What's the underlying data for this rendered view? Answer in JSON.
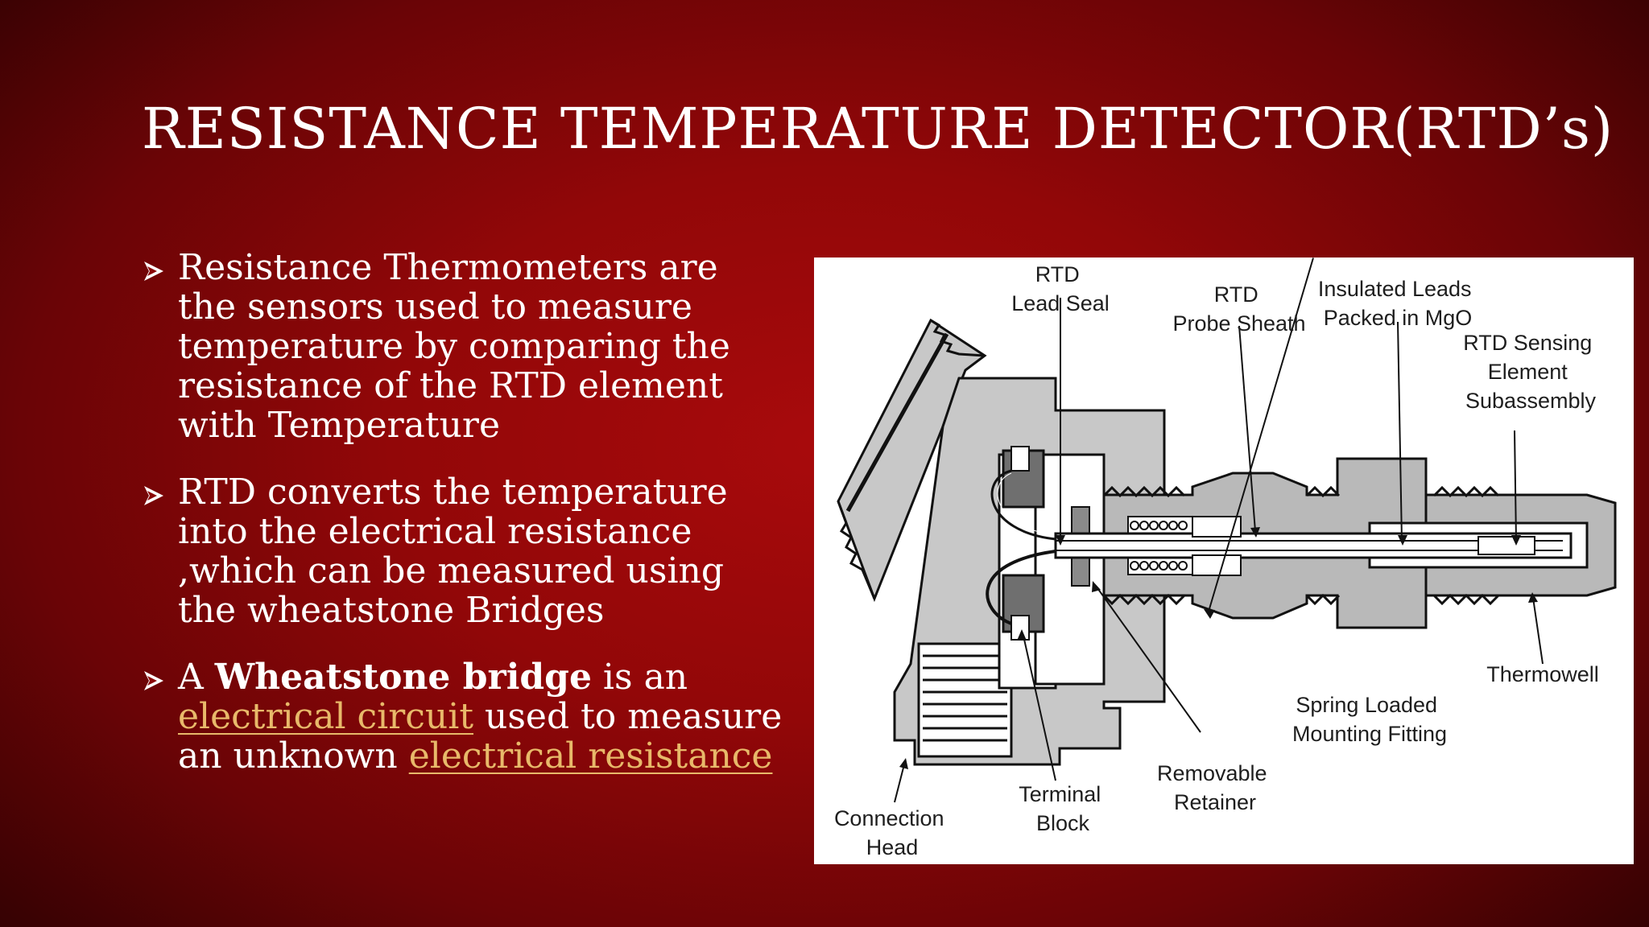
{
  "slide": {
    "title": "RESISTANCE TEMPERATURE DETECTOR(RTD’s)",
    "bullets": [
      {
        "text": "Resistance Thermometers are the sensors used to measure temperature by comparing the resistance of the RTD element with Temperature"
      },
      {
        "text": "RTD converts the temperature into the electrical resistance ,which can be measured using the wheatstone Bridges"
      },
      {
        "prefix": "A ",
        "bold": "Wheatstone bridge",
        "middle1": " is an ",
        "link1": "electrical circuit",
        "middle2": " used to measure an unknown ",
        "link2": "electrical resistance"
      }
    ],
    "colors": {
      "background": "#9a0708",
      "link": "#e8b96a",
      "text": "#ffffff"
    }
  },
  "diagram": {
    "labels": {
      "rtd_lead_seal": [
        "RTD",
        "Lead Seal"
      ],
      "rtd_probe_sheath": [
        "RTD",
        "Probe Sheath"
      ],
      "insulated_leads": [
        "Insulated Leads",
        "Packed in MgO"
      ],
      "sensing_element": [
        "RTD Sensing",
        "Element",
        "Subassembly"
      ],
      "thermowell": [
        "Thermowell"
      ],
      "spring_loaded": [
        "Spring Loaded",
        "Mounting Fitting"
      ],
      "removable_retainer": [
        "Removable",
        "Retainer"
      ],
      "terminal_block": [
        "Terminal",
        "Block"
      ],
      "connection_head": [
        "Connection",
        "Head"
      ]
    }
  }
}
